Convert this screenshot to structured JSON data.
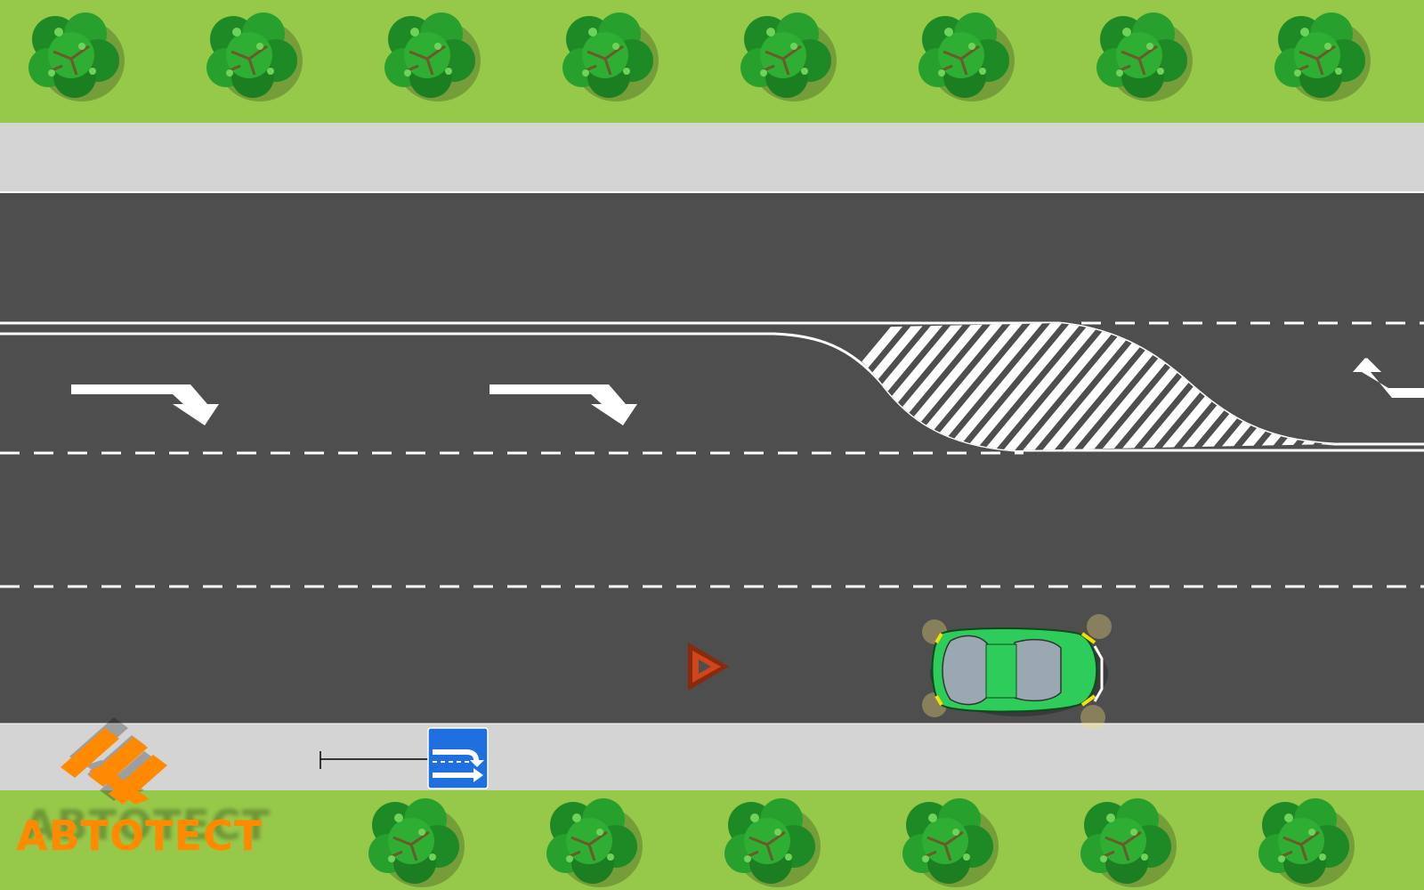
{
  "logo": {
    "text": "АВТОТЕСТ"
  },
  "colors": {
    "grass": "#96c94a",
    "sidewalk": "#d4d4d4",
    "asphalt": "#4e4e4e",
    "marking": "#ffffff",
    "logo_orange": "#ff8a00",
    "car_body": "#2ecc5a",
    "sign_blue": "#1e6fe0",
    "warning_triangle": "#b5340e"
  },
  "objects": {
    "car": "green-sedan-with-hazard-lights",
    "warning": "warning-triangle",
    "sign": "lane-direction-sign-right-turn"
  }
}
